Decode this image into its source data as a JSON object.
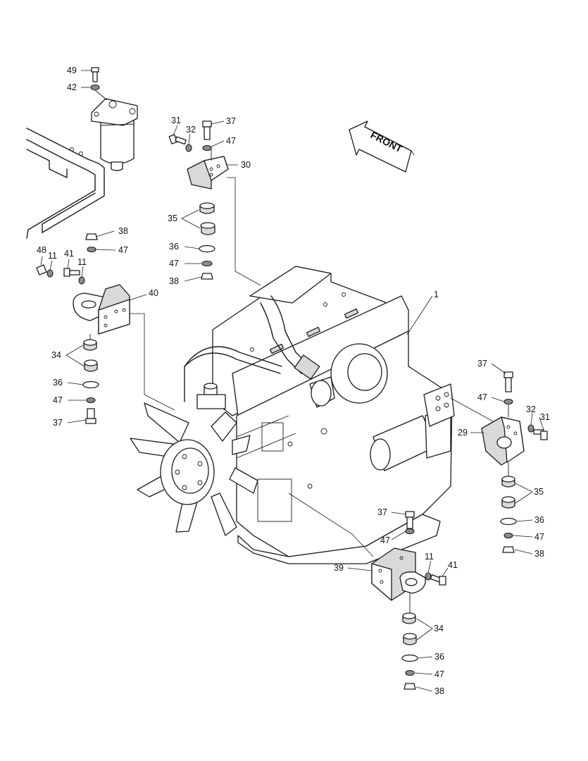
{
  "front_arrow": {
    "text": "FRONT"
  },
  "callouts": [
    {
      "id": "c49",
      "text": "49"
    },
    {
      "id": "c42",
      "text": "42"
    },
    {
      "id": "c31a",
      "text": "31"
    },
    {
      "id": "c32a",
      "text": "32"
    },
    {
      "id": "c37a",
      "text": "37"
    },
    {
      "id": "c47a",
      "text": "47"
    },
    {
      "id": "c30",
      "text": "30"
    },
    {
      "id": "c35a",
      "text": "35"
    },
    {
      "id": "c36a",
      "text": "36"
    },
    {
      "id": "c47b",
      "text": "47"
    },
    {
      "id": "c38a",
      "text": "38"
    },
    {
      "id": "c38b",
      "text": "38"
    },
    {
      "id": "c47c",
      "text": "47"
    },
    {
      "id": "c48",
      "text": "48"
    },
    {
      "id": "c11a",
      "text": "11"
    },
    {
      "id": "c41a",
      "text": "41"
    },
    {
      "id": "c11b",
      "text": "11"
    },
    {
      "id": "c40",
      "text": "40"
    },
    {
      "id": "c34a",
      "text": "34"
    },
    {
      "id": "c36b",
      "text": "36"
    },
    {
      "id": "c47d",
      "text": "47"
    },
    {
      "id": "c37b",
      "text": "37"
    },
    {
      "id": "c1",
      "text": "1"
    },
    {
      "id": "c37c",
      "text": "37"
    },
    {
      "id": "c47e",
      "text": "47"
    },
    {
      "id": "c32b",
      "text": "32"
    },
    {
      "id": "c31b",
      "text": "31"
    },
    {
      "id": "c29",
      "text": "29"
    },
    {
      "id": "c35b",
      "text": "35"
    },
    {
      "id": "c36c",
      "text": "36"
    },
    {
      "id": "c47f",
      "text": "47"
    },
    {
      "id": "c38c",
      "text": "38"
    },
    {
      "id": "c37d",
      "text": "37"
    },
    {
      "id": "c47g",
      "text": "47"
    },
    {
      "id": "c39",
      "text": "39"
    },
    {
      "id": "c11c",
      "text": "11"
    },
    {
      "id": "c41b",
      "text": "41"
    },
    {
      "id": "c34b",
      "text": "34"
    },
    {
      "id": "c36d",
      "text": "36"
    },
    {
      "id": "c47h",
      "text": "47"
    },
    {
      "id": "c38d",
      "text": "38"
    }
  ]
}
